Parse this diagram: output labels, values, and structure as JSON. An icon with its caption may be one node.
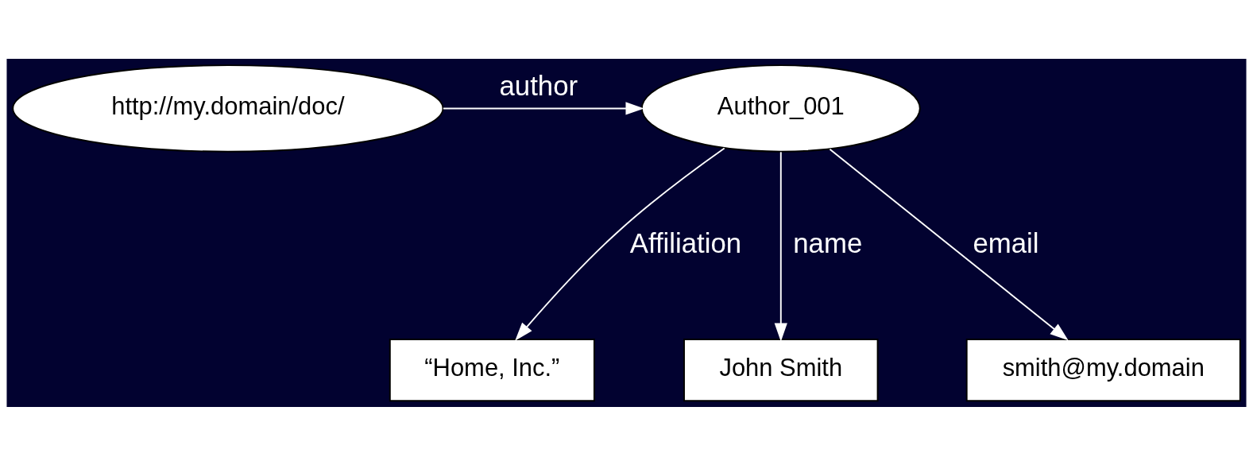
{
  "diagram": {
    "nodes": [
      {
        "text": [
          "http://my.domain/doc/"
        ]
      },
      {
        "text": [
          "Author_001"
        ]
      },
      {
        "text": [
          "“Home, Inc.”"
        ]
      },
      {
        "text": [
          "John Smith"
        ]
      },
      {
        "text": [
          "smith@my.domain"
        ]
      }
    ],
    "edges": [
      {
        "from": 0,
        "to": 1,
        "arrow": "to",
        "label": "author"
      },
      {
        "from": 1,
        "to": 2,
        "arrow": "to",
        "label": "Affiliation"
      },
      {
        "from": 1,
        "to": 3,
        "arrow": "to",
        "label": "name"
      },
      {
        "from": 1,
        "to": 4,
        "arrow": "to",
        "label": "email"
      }
    ]
  }
}
